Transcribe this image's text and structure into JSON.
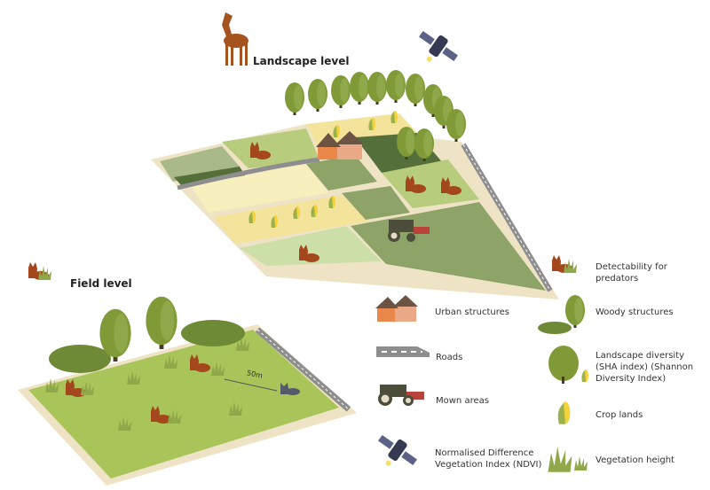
{
  "titles": {
    "landscape": "Landscape level",
    "field": "Field level"
  },
  "distance_label": "50m",
  "legend_left": [
    {
      "icon": "houses-icon",
      "label": "Urban structures"
    },
    {
      "icon": "road-icon",
      "label": "Roads"
    },
    {
      "icon": "tractor-icon",
      "label": "Mown areas"
    },
    {
      "icon": "satellite-icon",
      "label": "Normalised Difference Vegetation Index (NDVI)"
    }
  ],
  "legend_right": [
    {
      "icon": "fox-in-grass-icon",
      "label": "Detectability for predators"
    },
    {
      "icon": "trees-icon",
      "label": "Woody structures"
    },
    {
      "icon": "tree-and-corn-icon",
      "label": "Landscape diversity (SHA index) (Shannon Diversity Index)"
    },
    {
      "icon": "corn-icon",
      "label": "Crop lands"
    },
    {
      "icon": "grass-icon",
      "label": "Vegetation height"
    }
  ],
  "colors": {
    "plate": "#efe3c6",
    "light_green": "#a9c458",
    "dark_green": "#6f8a4f",
    "yellow": "#f4e39a",
    "fox": "#a5471c",
    "tree": "#7f9a36"
  }
}
